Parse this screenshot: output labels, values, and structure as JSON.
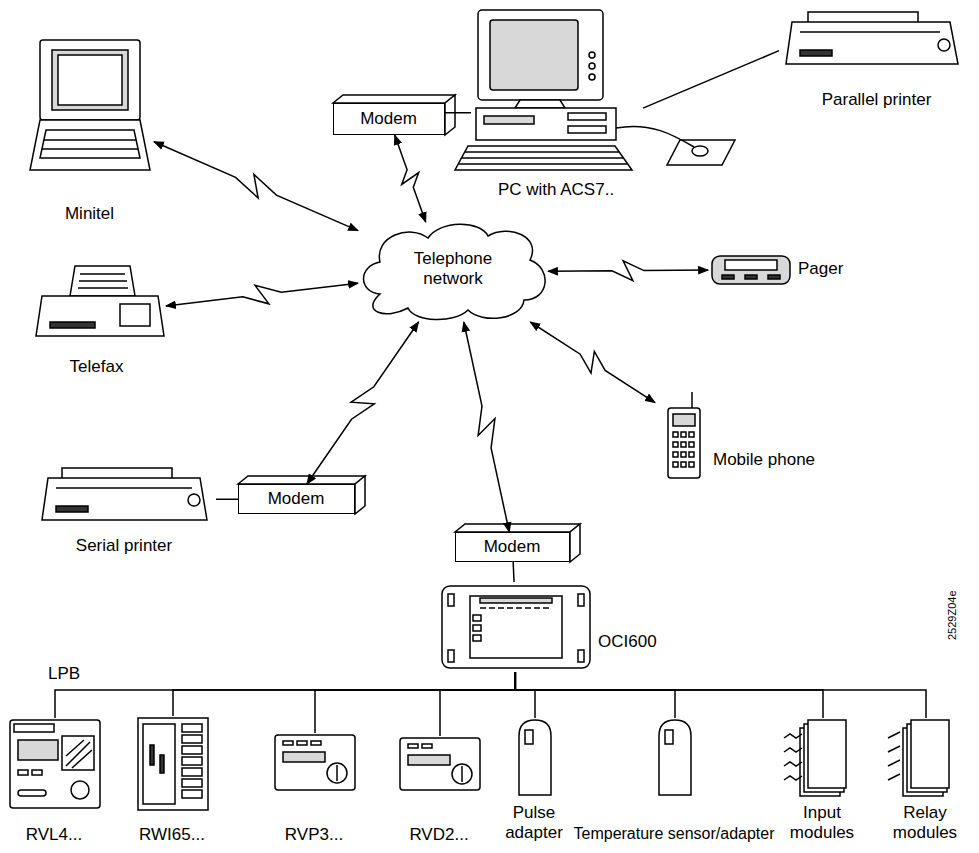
{
  "diagram": {
    "nodes": [
      {
        "text": [
          "Minitel"
        ]
      },
      {
        "text": [
          "PC with ACS7.."
        ]
      },
      {
        "text": [
          "Modem"
        ]
      },
      {
        "text": [
          "Parallel printer"
        ]
      },
      {
        "text": [
          "Telephone network"
        ]
      },
      {
        "text": [
          "Telefax"
        ]
      },
      {
        "text": [
          "Pager"
        ]
      },
      {
        "text": [
          "Mobile phone"
        ]
      },
      {
        "text": [
          "Serial printer"
        ]
      },
      {
        "text": [
          "Modem"
        ]
      },
      {
        "text": [
          "Modem"
        ]
      },
      {
        "text": [
          "OCI600"
        ]
      },
      {
        "text": [
          "RVL4..."
        ]
      },
      {
        "text": [
          "RWI65..."
        ]
      },
      {
        "text": [
          "RVP3..."
        ]
      },
      {
        "text": [
          "RVD2..."
        ]
      },
      {
        "text": [
          "Pulse adapter"
        ]
      },
      {
        "text": [
          "Temperature sensor/adapter"
        ]
      },
      {
        "text": [
          "Input modules"
        ]
      },
      {
        "text": [
          "Relay modules"
        ]
      }
    ],
    "edges": [
      {
        "from": 0,
        "to": 4,
        "arrow": "both"
      },
      {
        "from": 2,
        "to": 4,
        "arrow": "both"
      },
      {
        "from": 2,
        "to": 1,
        "arrow": "none"
      },
      {
        "from": 1,
        "to": 3,
        "arrow": "none"
      },
      {
        "from": 5,
        "to": 4,
        "arrow": "both"
      },
      {
        "from": 4,
        "to": 6,
        "arrow": "both"
      },
      {
        "from": 4,
        "to": 7,
        "arrow": "both"
      },
      {
        "from": 8,
        "to": 9,
        "arrow": "none"
      },
      {
        "from": 9,
        "to": 4,
        "arrow": "both"
      },
      {
        "from": 4,
        "to": 10,
        "arrow": "both"
      },
      {
        "from": 10,
        "to": 11,
        "arrow": "none"
      },
      {
        "from": 11,
        "to": 12,
        "arrow": "none"
      },
      {
        "from": 11,
        "to": 13,
        "arrow": "none"
      },
      {
        "from": 11,
        "to": 14,
        "arrow": "none"
      },
      {
        "from": 11,
        "to": 15,
        "arrow": "none"
      },
      {
        "from": 11,
        "to": 16,
        "arrow": "none"
      },
      {
        "from": 11,
        "to": 17,
        "arrow": "none"
      },
      {
        "from": 11,
        "to": 18,
        "arrow": "none"
      },
      {
        "from": 11,
        "to": 19,
        "arrow": "none"
      }
    ],
    "labels": [
      "LPB",
      "2529Z04e"
    ]
  }
}
